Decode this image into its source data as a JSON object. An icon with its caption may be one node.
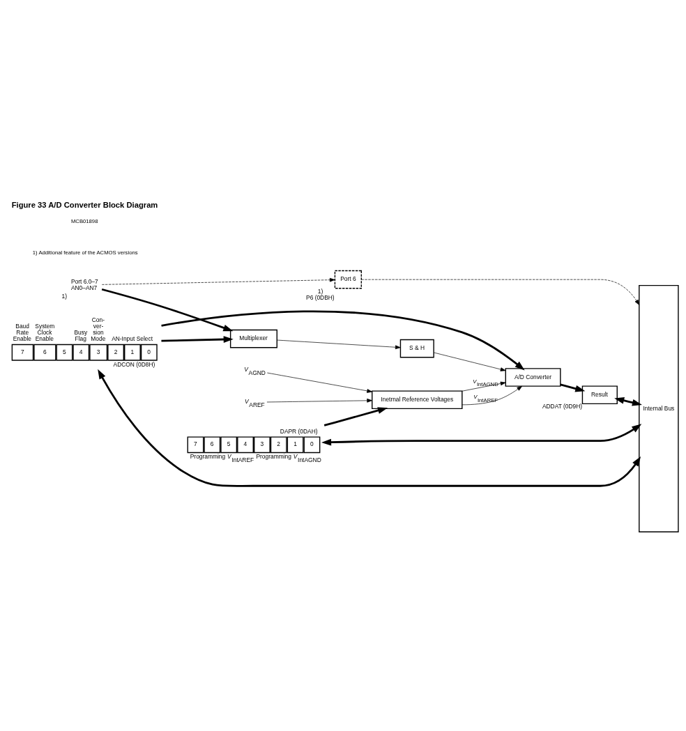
{
  "diagram": {
    "title": "Figure 33 A/D Converter Block Diagram",
    "nodes": [
      {
        "text": [
          "Internal Bus"
        ]
      },
      {
        "text": [
          "Port 6"
        ],
        "beside": [
          "1)",
          "P6 (0DBH)"
        ]
      },
      {
        "text": [
          "7",
          "6",
          "5",
          "4",
          "3",
          "2",
          "1",
          "0"
        ],
        "beside": [
          "Baud Rate Enable",
          "System Clock Enable",
          "Busy Flag",
          "Con- ver- sion Mode",
          "AN-Input Select",
          "ADCON (0D8H)"
        ]
      },
      {
        "text": [
          "Multiplexer"
        ]
      },
      {
        "text": [
          "S & H"
        ]
      },
      {
        "text": [
          "A/D Converter"
        ]
      },
      {
        "text": [
          "Result"
        ],
        "beside": [
          "ADDAT (0D9H)"
        ]
      },
      {
        "text": [
          "Inetrnal Reference Voltages"
        ]
      },
      {
        "text": [
          "7",
          "6",
          "5",
          "4",
          "3",
          "2",
          "1",
          "0"
        ],
        "beside": [
          "DAPR (0DAH)",
          "Programming *V*$_{IntAREF}$",
          "Programming *V*$_{IntAGND}$"
        ]
      },
      {
        "text": [
          "*V*$_{AREF}$"
        ]
      },
      {
        "text": [
          "*V*$_{AGND}$"
        ]
      },
      {
        "text": [
          "Port 6.0–7",
          "AN0–AN7"
        ],
        "beside": [
          "1)"
        ]
      }
    ],
    "edges": [
      {
        "from": 11,
        "to": 1,
        "arrow": "to",
        "style": "dashed"
      },
      {
        "from": 1,
        "to": 0,
        "arrow": "to",
        "style": "dashed"
      },
      {
        "from": 2,
        "to": 0,
        "arrow": "both",
        "style": "thick"
      },
      {
        "from": 2,
        "to": 3,
        "arrow": "to",
        "style": "thick"
      },
      {
        "from": 2,
        "to": 5,
        "arrow": "to",
        "style": "thick"
      },
      {
        "from": 11,
        "to": 3,
        "arrow": "to",
        "style": "thick"
      },
      {
        "from": 3,
        "to": 4,
        "arrow": "to"
      },
      {
        "from": 4,
        "to": 5,
        "arrow": "to"
      },
      {
        "from": 5,
        "to": 6,
        "arrow": "to",
        "style": "thick"
      },
      {
        "from": 6,
        "to": 0,
        "arrow": "both",
        "style": "thick"
      },
      {
        "from": 7,
        "to": 5,
        "arrow": "to",
        "label": "*V*$_{IntAREF}$"
      },
      {
        "from": 7,
        "to": 5,
        "arrow": "to",
        "label": "*V*$_{IntAGND}$"
      },
      {
        "from": 9,
        "to": 7,
        "arrow": "to"
      },
      {
        "from": 10,
        "to": 7,
        "arrow": "to"
      },
      {
        "from": 8,
        "to": 7,
        "arrow": "to",
        "style": "thick"
      },
      {
        "from": 8,
        "to": 0,
        "arrow": "both",
        "style": "thick"
      }
    ],
    "labels": [
      "1) Additional feature of the ACMOS versions",
      "MCB01898"
    ]
  }
}
